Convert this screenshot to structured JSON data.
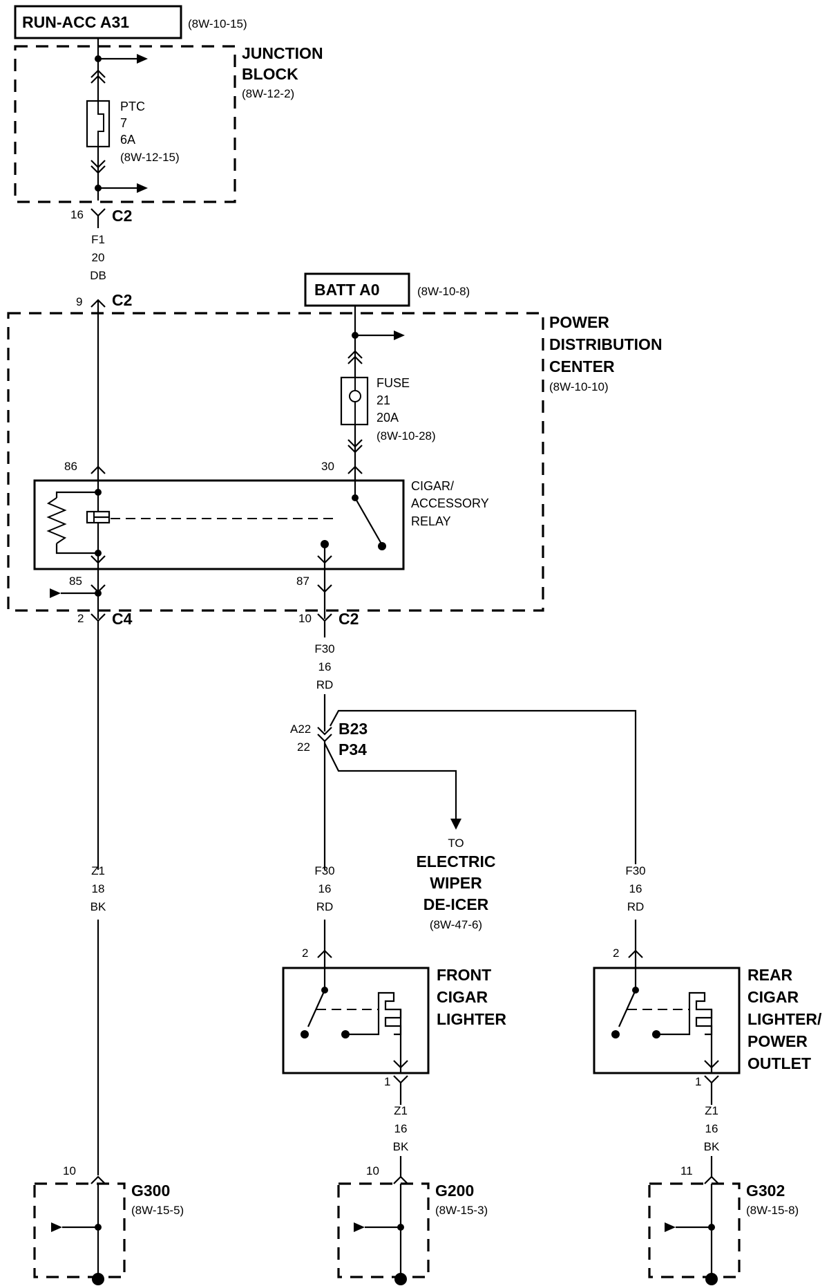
{
  "header": {
    "run_acc_title": "RUN-ACC A31",
    "run_acc_ref": "(8W-10-15)",
    "batt_title": "BATT A0",
    "batt_ref": "(8W-10-8)"
  },
  "junction_block": {
    "name_line1": "JUNCTION",
    "name_line2": "BLOCK",
    "ref": "(8W-12-2)",
    "ptc": {
      "l1": "PTC",
      "l2": "7",
      "l3": "6A",
      "l4": "(8W-12-15)"
    },
    "pin": "16",
    "connector": "C2"
  },
  "wire_f1": {
    "l1": "F1",
    "l2": "20",
    "l3": "DB"
  },
  "pdc": {
    "name_line1": "POWER",
    "name_line2": "DISTRIBUTION",
    "name_line3": "CENTER",
    "ref": "(8W-10-10)",
    "top_pin": "9",
    "top_connector": "C2",
    "fuse": {
      "l1": "FUSE",
      "l2": "21",
      "l3": "20A",
      "l4": "(8W-10-28)"
    },
    "relay": {
      "l1": "CIGAR/",
      "l2": "ACCESSORY",
      "l3": "RELAY",
      "pin86": "86",
      "pin30": "30",
      "pin85": "85",
      "pin87": "87"
    },
    "left_bottom_pin": "2",
    "left_bottom_connector": "C4",
    "right_bottom_pin": "10",
    "right_bottom_connector": "C2"
  },
  "wire_f30_a": {
    "l1": "F30",
    "l2": "16",
    "l3": "RD"
  },
  "splice": {
    "pin_a": "A22",
    "pin_b": "22",
    "name_a": "B23",
    "name_b": "P34"
  },
  "deicer": {
    "l0": "TO",
    "l1": "ELECTRIC",
    "l2": "WIPER",
    "l3": "DE-ICER",
    "ref": "(8W-47-6)"
  },
  "wire_z1_left": {
    "l1": "Z1",
    "l2": "18",
    "l3": "BK"
  },
  "wire_f30_b": {
    "l1": "F30",
    "l2": "16",
    "l3": "RD"
  },
  "wire_f30_c": {
    "l1": "F30",
    "l2": "16",
    "l3": "RD"
  },
  "front_lighter": {
    "l1": "FRONT",
    "l2": "CIGAR",
    "l3": "LIGHTER",
    "pin_top": "2",
    "pin_bottom": "1"
  },
  "rear_lighter": {
    "l1": "REAR",
    "l2": "CIGAR",
    "l3": "LIGHTER/",
    "l4": "POWER",
    "l5": "OUTLET",
    "pin_top": "2",
    "pin_bottom": "1"
  },
  "wire_z1_mid": {
    "l1": "Z1",
    "l2": "16",
    "l3": "BK"
  },
  "wire_z1_right": {
    "l1": "Z1",
    "l2": "16",
    "l3": "BK"
  },
  "grounds": [
    {
      "pin": "10",
      "name": "G300",
      "ref": "(8W-15-5)"
    },
    {
      "pin": "10",
      "name": "G200",
      "ref": "(8W-15-3)"
    },
    {
      "pin": "11",
      "name": "G302",
      "ref": "(8W-15-8)"
    }
  ]
}
